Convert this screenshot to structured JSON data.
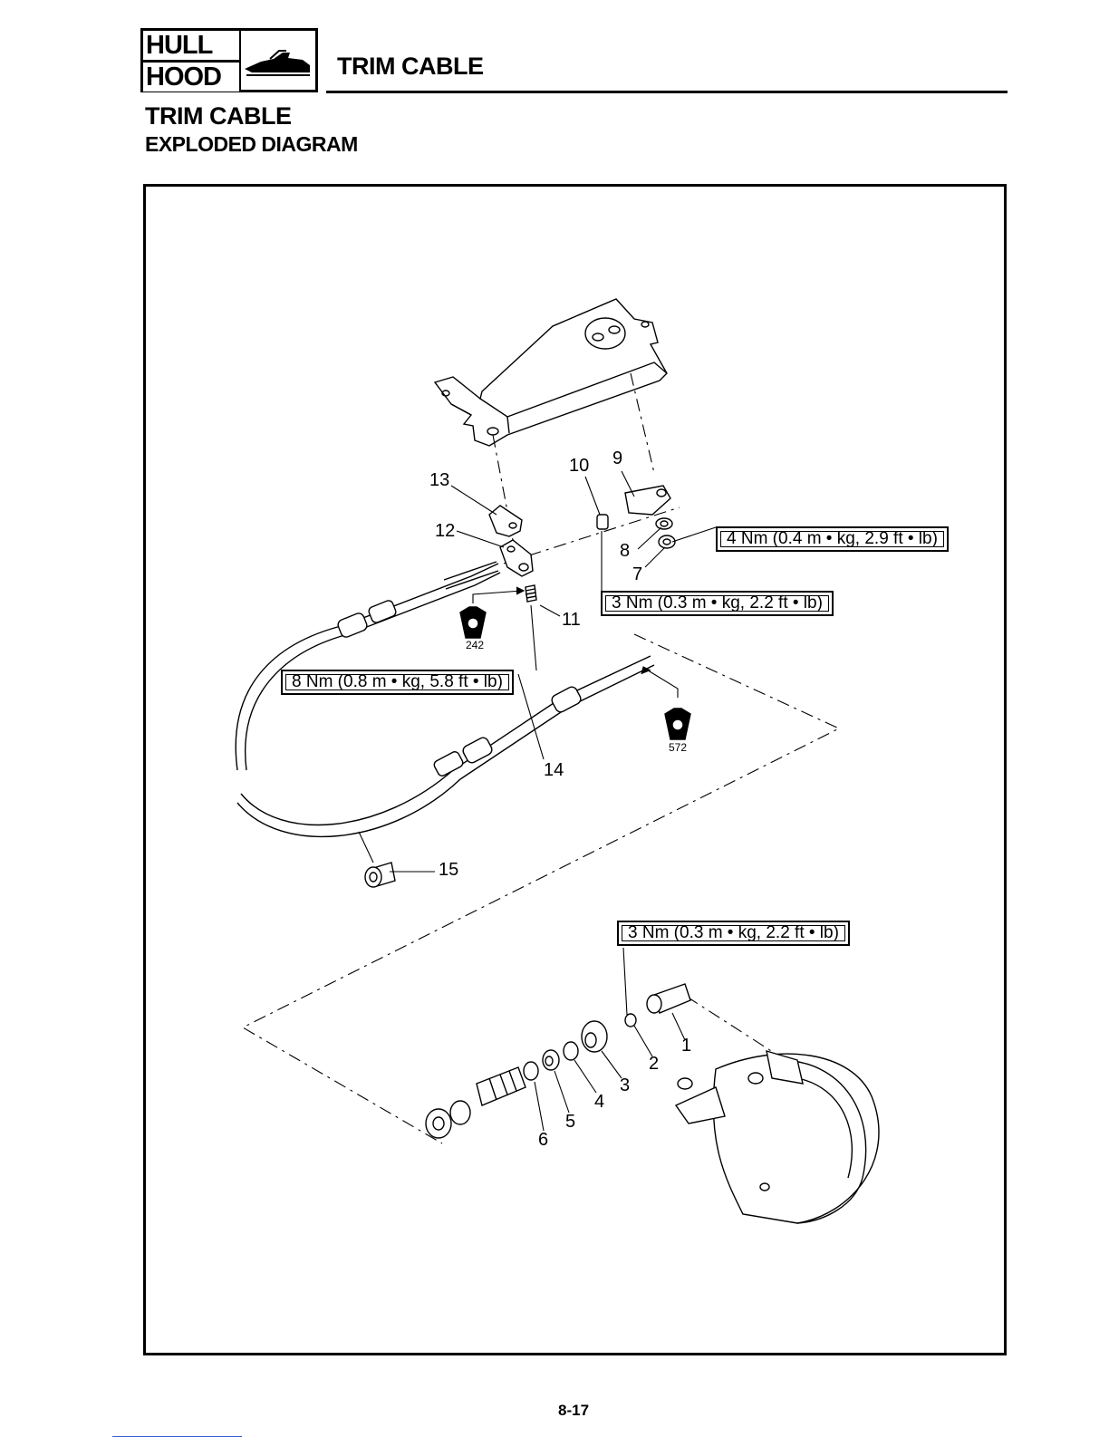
{
  "header": {
    "logo": {
      "line1": "HULL",
      "line2": "HOOD",
      "icon": "watercraft-icon"
    },
    "title": "TRIM CABLE"
  },
  "section": {
    "title": "TRIM CABLE",
    "subtitle": "EXPLODED DIAGRAM"
  },
  "diagram": {
    "callouts": [
      "1",
      "2",
      "3",
      "4",
      "5",
      "6",
      "7",
      "8",
      "9",
      "10",
      "11",
      "12",
      "13",
      "14",
      "15"
    ],
    "torque_specs": {
      "nut_7": "4 Nm (0.4 m • kg, 2.9 ft • lb)",
      "part_10": "3 Nm (0.3 m • kg, 2.2 ft • lb)",
      "bolt_11": "8 Nm (0.8 m • kg, 5.8 ft • lb)",
      "part_2": "3 Nm (0.3 m • kg, 2.2 ft • lb)"
    },
    "locktite": [
      {
        "symbol": "LT",
        "code": "242",
        "icon": "locktite-bottle-icon"
      },
      {
        "symbol": "LT",
        "code": "572",
        "icon": "locktite-bottle-icon"
      }
    ]
  },
  "footer": {
    "page_number": "8-17"
  }
}
